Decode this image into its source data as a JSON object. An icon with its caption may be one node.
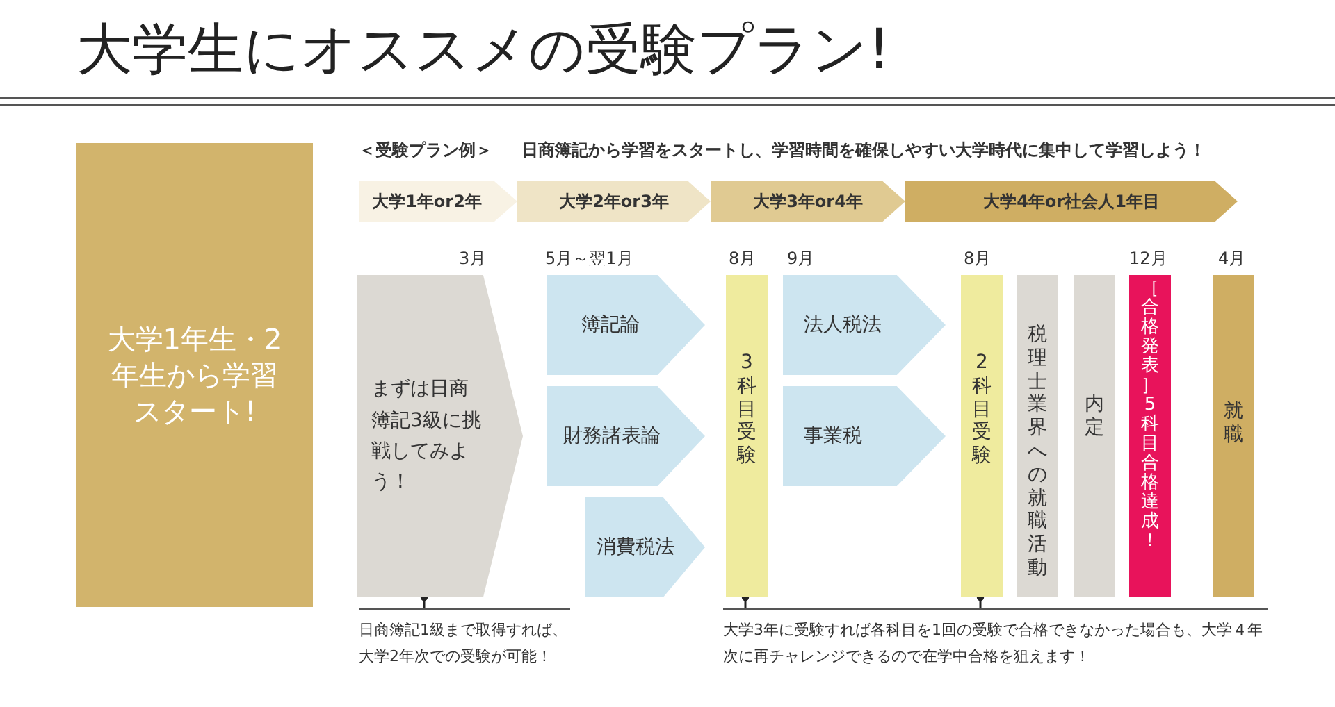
{
  "diagram": {
    "title": "大学生にオススメの受験プラン!",
    "nodes": [
      {
        "text": [
          "大学1年生・2年生から学習スタート!"
        ]
      },
      {
        "text": [
          "大学1年or2年"
        ]
      },
      {
        "text": [
          "大学2年or3年"
        ]
      },
      {
        "text": [
          "大学3年or4年"
        ]
      },
      {
        "text": [
          "大学4年or社会人1年目"
        ]
      },
      {
        "text": [
          "まずは日商簿記3級に挑戦してみよう！"
        ]
      },
      {
        "text": [
          "簿記論"
        ]
      },
      {
        "text": [
          "財務諸表論"
        ]
      },
      {
        "text": [
          "消費税法"
        ]
      },
      {
        "text": [
          "3科目受験"
        ]
      },
      {
        "text": [
          "法人税法"
        ]
      },
      {
        "text": [
          "事業税"
        ]
      },
      {
        "text": [
          "2科目受験"
        ]
      },
      {
        "text": [
          "税理士業界への就職活動"
        ]
      },
      {
        "text": [
          "内定"
        ]
      },
      {
        "text": [
          "［合格発表］5科目合格達成！"
        ]
      },
      {
        "text": [
          "就職"
        ]
      },
      {
        "text": [
          "日商簿記1級まで取得すれば、大学2年次での受験が可能！"
        ]
      },
      {
        "text": [
          "大学3年に受験すれば各科目を1回の受験で合格できなかった場合も、大学４年次に再チャレンジできるので在学中合格を狙えます！"
        ]
      }
    ],
    "edges": [
      {
        "from": 17,
        "to": 5,
        "arrow": "other"
      },
      {
        "from": 18,
        "to": 9,
        "arrow": "other"
      },
      {
        "from": 18,
        "to": 12,
        "arrow": "other"
      }
    ],
    "labels": [
      "＜受験プラン例＞",
      "日商簿記から学習をスタートし、学習時間を確保しやすい大学時代に集中して学習しよう！",
      "3月",
      "5月～翌1月",
      "8月",
      "9月",
      "8月",
      "12月",
      "4月"
    ]
  }
}
